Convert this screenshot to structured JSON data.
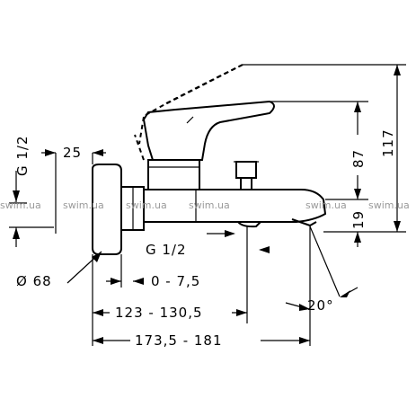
{
  "dimensions": {
    "thread_side": "G 1/2",
    "thread_bottom": "G 1/2",
    "width_25": "25",
    "diameter": "Ø 68",
    "range_0_75": "0 - 7,5",
    "range_123": "123 - 130,5",
    "range_173": "173,5 - 181",
    "height_117": "117",
    "height_87": "87",
    "height_19": "19",
    "angle": "20°"
  },
  "watermarks": [
    "swim.ua",
    "swim.ua",
    "swim.ua",
    "swim.ua",
    "swim.ua",
    "swim.ua"
  ]
}
